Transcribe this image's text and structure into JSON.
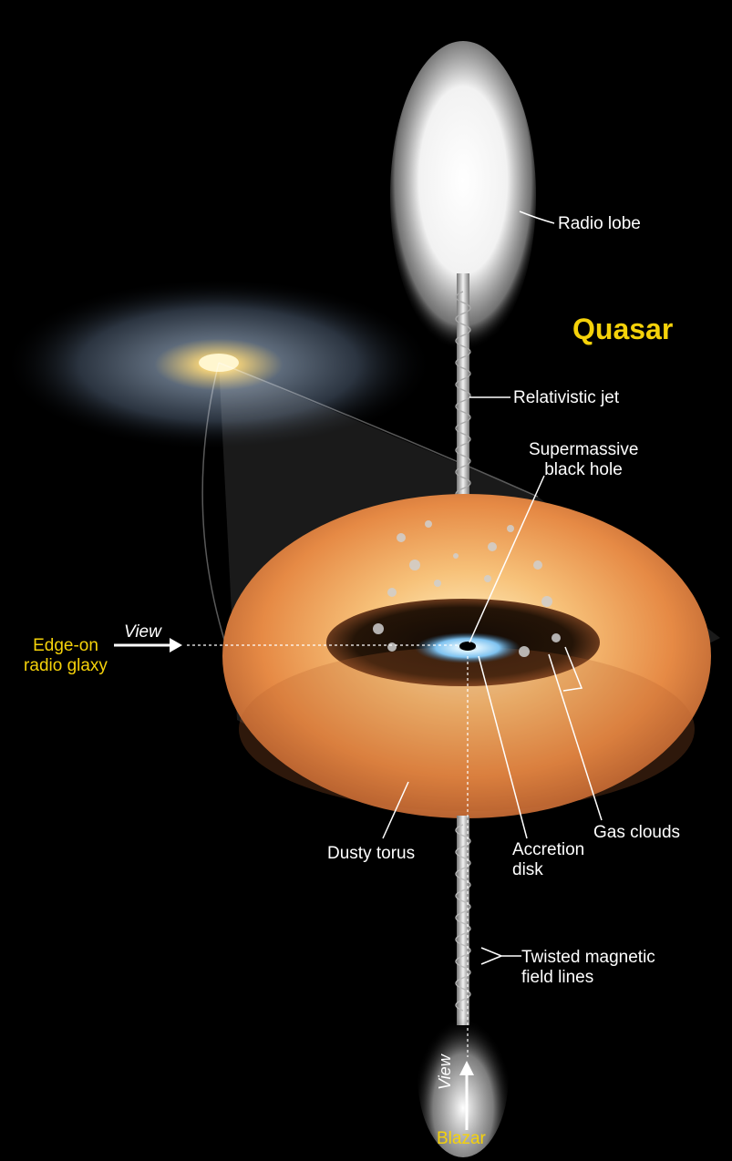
{
  "title": "Quasar",
  "labels": {
    "radio_lobe": "Radio lobe",
    "relativistic_jet": "Relativistic jet",
    "smbh_line1": "Supermassive",
    "smbh_line2": "black hole",
    "edge_on_line1": "Edge-on",
    "edge_on_line2": "radio glaxy",
    "view_horizontal": "View",
    "view_vertical": "View",
    "dusty_torus": "Dusty torus",
    "accretion_line1": "Accretion",
    "accretion_line2": "disk",
    "gas_clouds": "Gas clouds",
    "twisted_line1": "Twisted magnetic",
    "twisted_line2": "field lines",
    "blazar": "Blazar"
  },
  "colors": {
    "background": "#000000",
    "label": "#ffffff",
    "highlight": "#f5d20a",
    "torus": "#e8914a",
    "disk": "#9fd8ff"
  }
}
